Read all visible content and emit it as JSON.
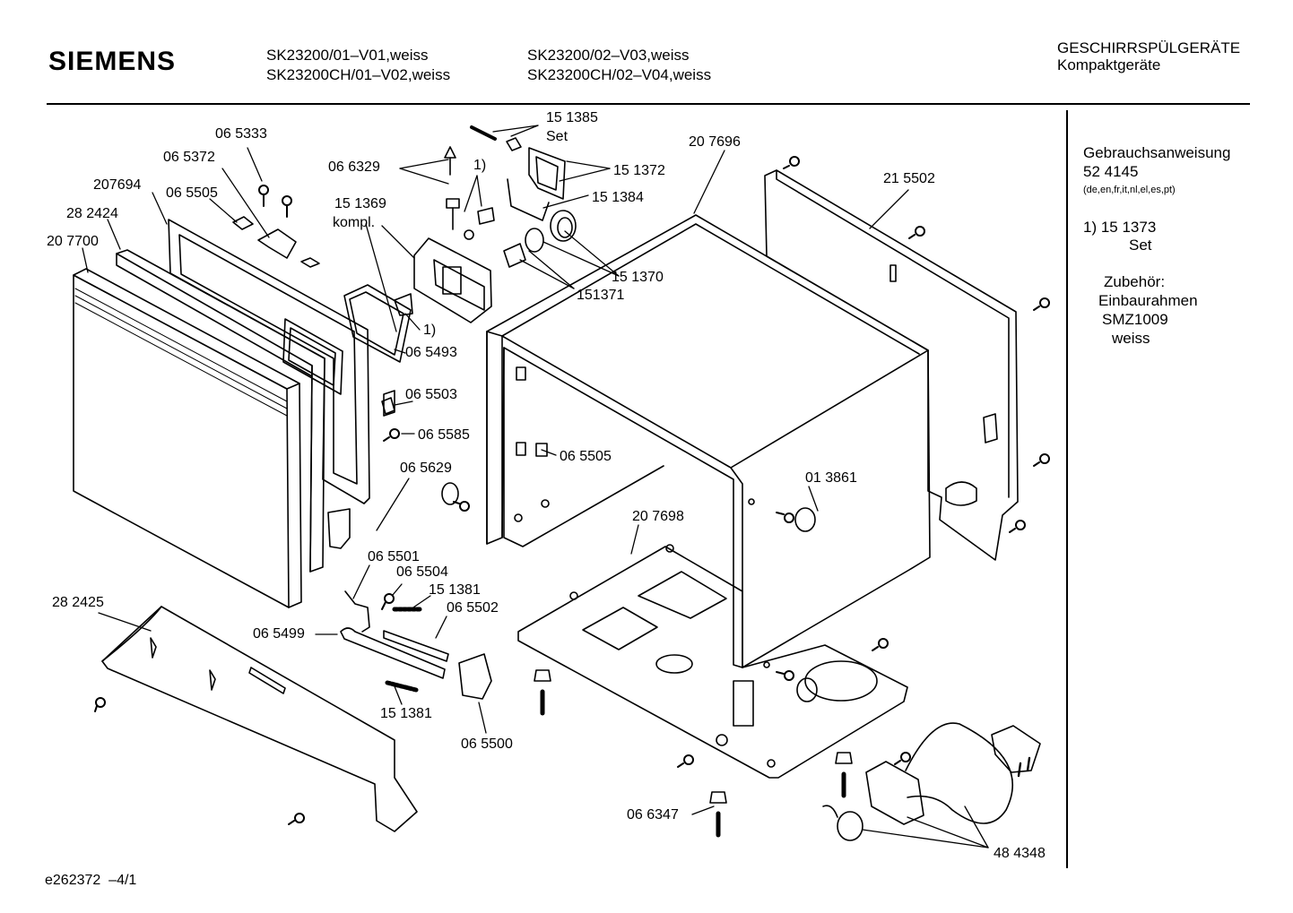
{
  "header": {
    "brand": "SIEMENS",
    "models": [
      "SK23200/01–V01,weiss",
      "SK23200CH/01–V02,weiss",
      "SK23200/02–V03,weiss",
      "SK23200CH/02–V04,weiss"
    ],
    "category": "GESCHIRRSPÜLGERÄTE",
    "subcategory": "Kompaktgeräte"
  },
  "sidebar": {
    "manual_title": "Gebrauchsanweisung",
    "manual_number": "52 4145",
    "manual_languages": "(de,en,fr,it,nl,el,es,pt)",
    "note_ref": "1) 15 1373",
    "note_set": "Set",
    "accessory_title": "Zubehör:",
    "accessory_name": "Einbaurahmen",
    "accessory_model": "SMZ1009",
    "accessory_color": "weiss"
  },
  "parts": [
    "06 5333",
    "06 5372",
    "207694",
    "06 5505",
    "28 2424",
    "20 7700",
    "06 6329",
    "1)",
    "15 1385",
    "Set",
    "15 1372",
    "15 1384",
    "15 1369",
    "kompl.",
    "20 7696",
    "21 5502",
    "15 1370",
    "151371",
    "1)",
    "06 5493",
    "06 5503",
    "06 5585",
    "06 5505",
    "06 5629",
    "01 3861",
    "20 7698",
    "06 5501",
    "06 5504",
    "15 1381",
    "06 5502",
    "06 5499",
    "15 1381",
    "06 5500",
    "28 2425",
    "06 6347",
    "48 4348"
  ],
  "footer": "e262372  –4/1"
}
